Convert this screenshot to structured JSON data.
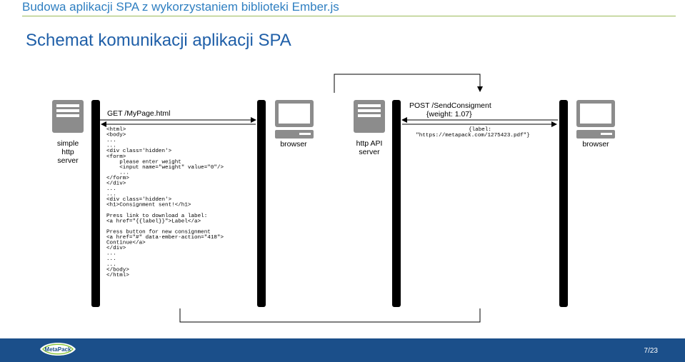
{
  "header": {
    "title": "Budowa aplikacji SPA z wykorzystaniem biblioteki Ember.js"
  },
  "slide": {
    "title": "Schemat komunikacji aplikacji SPA"
  },
  "diagram": {
    "left_server_label": [
      "simple",
      "http",
      "server"
    ],
    "left_browser_label": "browser",
    "right_server_label": [
      "http API",
      "server"
    ],
    "right_browser_label": "browser",
    "get_request": "GET /MyPage.html",
    "post_request": [
      "POST /SendConsigment",
      "{weight: 1.07}"
    ],
    "post_response": [
      "{label:",
      "\"https://metapack.com/1275423.pdf\"}"
    ],
    "html_code": [
      "<html>",
      "<body>",
      "...",
      "...",
      "<div class='hidden'>",
      "<form>",
      "    please enter weight",
      "    <input name=\"weight\" value=\"0\"/>",
      "    ...",
      "</form>",
      "</div>",
      "...",
      "...",
      "<div class='hidden'>",
      "<h1>Consignment sent!</h1>",
      "",
      "Press link to download a label:",
      "<a href=\"{{label}}\">Label</a>",
      "",
      "Press button for new consignment",
      "<a href=\"#\" data-ember-action=\"418\">",
      "Continue</a>",
      "</div>",
      "...",
      "...",
      "...",
      "</body>",
      "</html>"
    ]
  },
  "footer": {
    "logo_text": "MetaPack",
    "page_number": "7/23"
  },
  "colors": {
    "header_title": "#2f7fc1",
    "slide_title": "#1f5fa8",
    "rule": "#9bbb59",
    "footer_bg": "#1b4f8a",
    "lifeline": "#000000",
    "server_icon": "#8c8c8c"
  }
}
